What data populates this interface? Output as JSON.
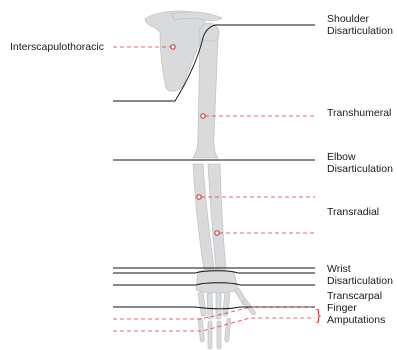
{
  "colors": {
    "bone": "#d8dadc",
    "bone_edge": "#c2c5c8",
    "line": "#111111",
    "marker": "#e03a3e",
    "dash": "#e03a3e"
  },
  "labels": {
    "interscapulothoracic": "Interscapulothoracic",
    "shoulder_line1": "Shoulder",
    "shoulder_line2": "Disarticulation",
    "transhumeral": "Transhumeral",
    "elbow_line1": "Elbow",
    "elbow_line2": "Disarticulation",
    "transradial": "Transradial",
    "wrist_line1": "Wrist",
    "wrist_line2": "Disarticulation",
    "transcarpal": "Transcarpal",
    "finger_line1": "Finger",
    "finger_line2": "Amputations",
    "brace": "}"
  }
}
